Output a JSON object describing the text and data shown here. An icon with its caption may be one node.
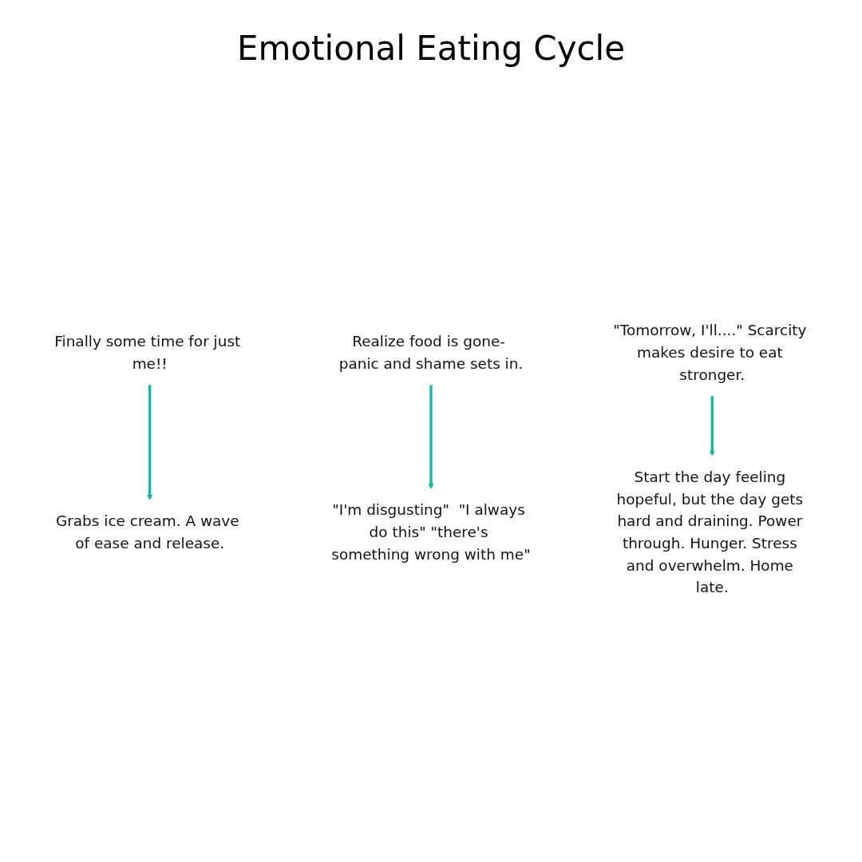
{
  "diagram": {
    "title": "Emotional Eating Cycle",
    "nodes": [
      {
        "text": [
          "Finally some time for just me!!"
        ]
      },
      {
        "text": [
          "Start the day feeling hopeful, but the day gets hard and draining. Power through. Hunger. Stress and overwhelm. Home late."
        ]
      },
      {
        "text": [
          "Grabs ice cream. A wave of ease and release."
        ]
      },
      {
        "text": [
          "Realize food is gone- panic and shame sets in."
        ]
      },
      {
        "text": [
          "\"Tomorrow, I'll....\" Scarcity makes desire to eat stronger."
        ]
      },
      {
        "text": [
          "\"I'm disgusting\"  \"I always do this\" \"there's something wrong with me\""
        ]
      }
    ],
    "edges": [
      {
        "from": 0,
        "to": 2,
        "arrow": "to",
        "color": "#12b8a6"
      },
      {
        "from": 3,
        "to": 5,
        "arrow": "to",
        "color": "#12b8a6"
      },
      {
        "from": 4,
        "to": 1,
        "arrow": "to",
        "color": "#12b8a6"
      }
    ]
  }
}
